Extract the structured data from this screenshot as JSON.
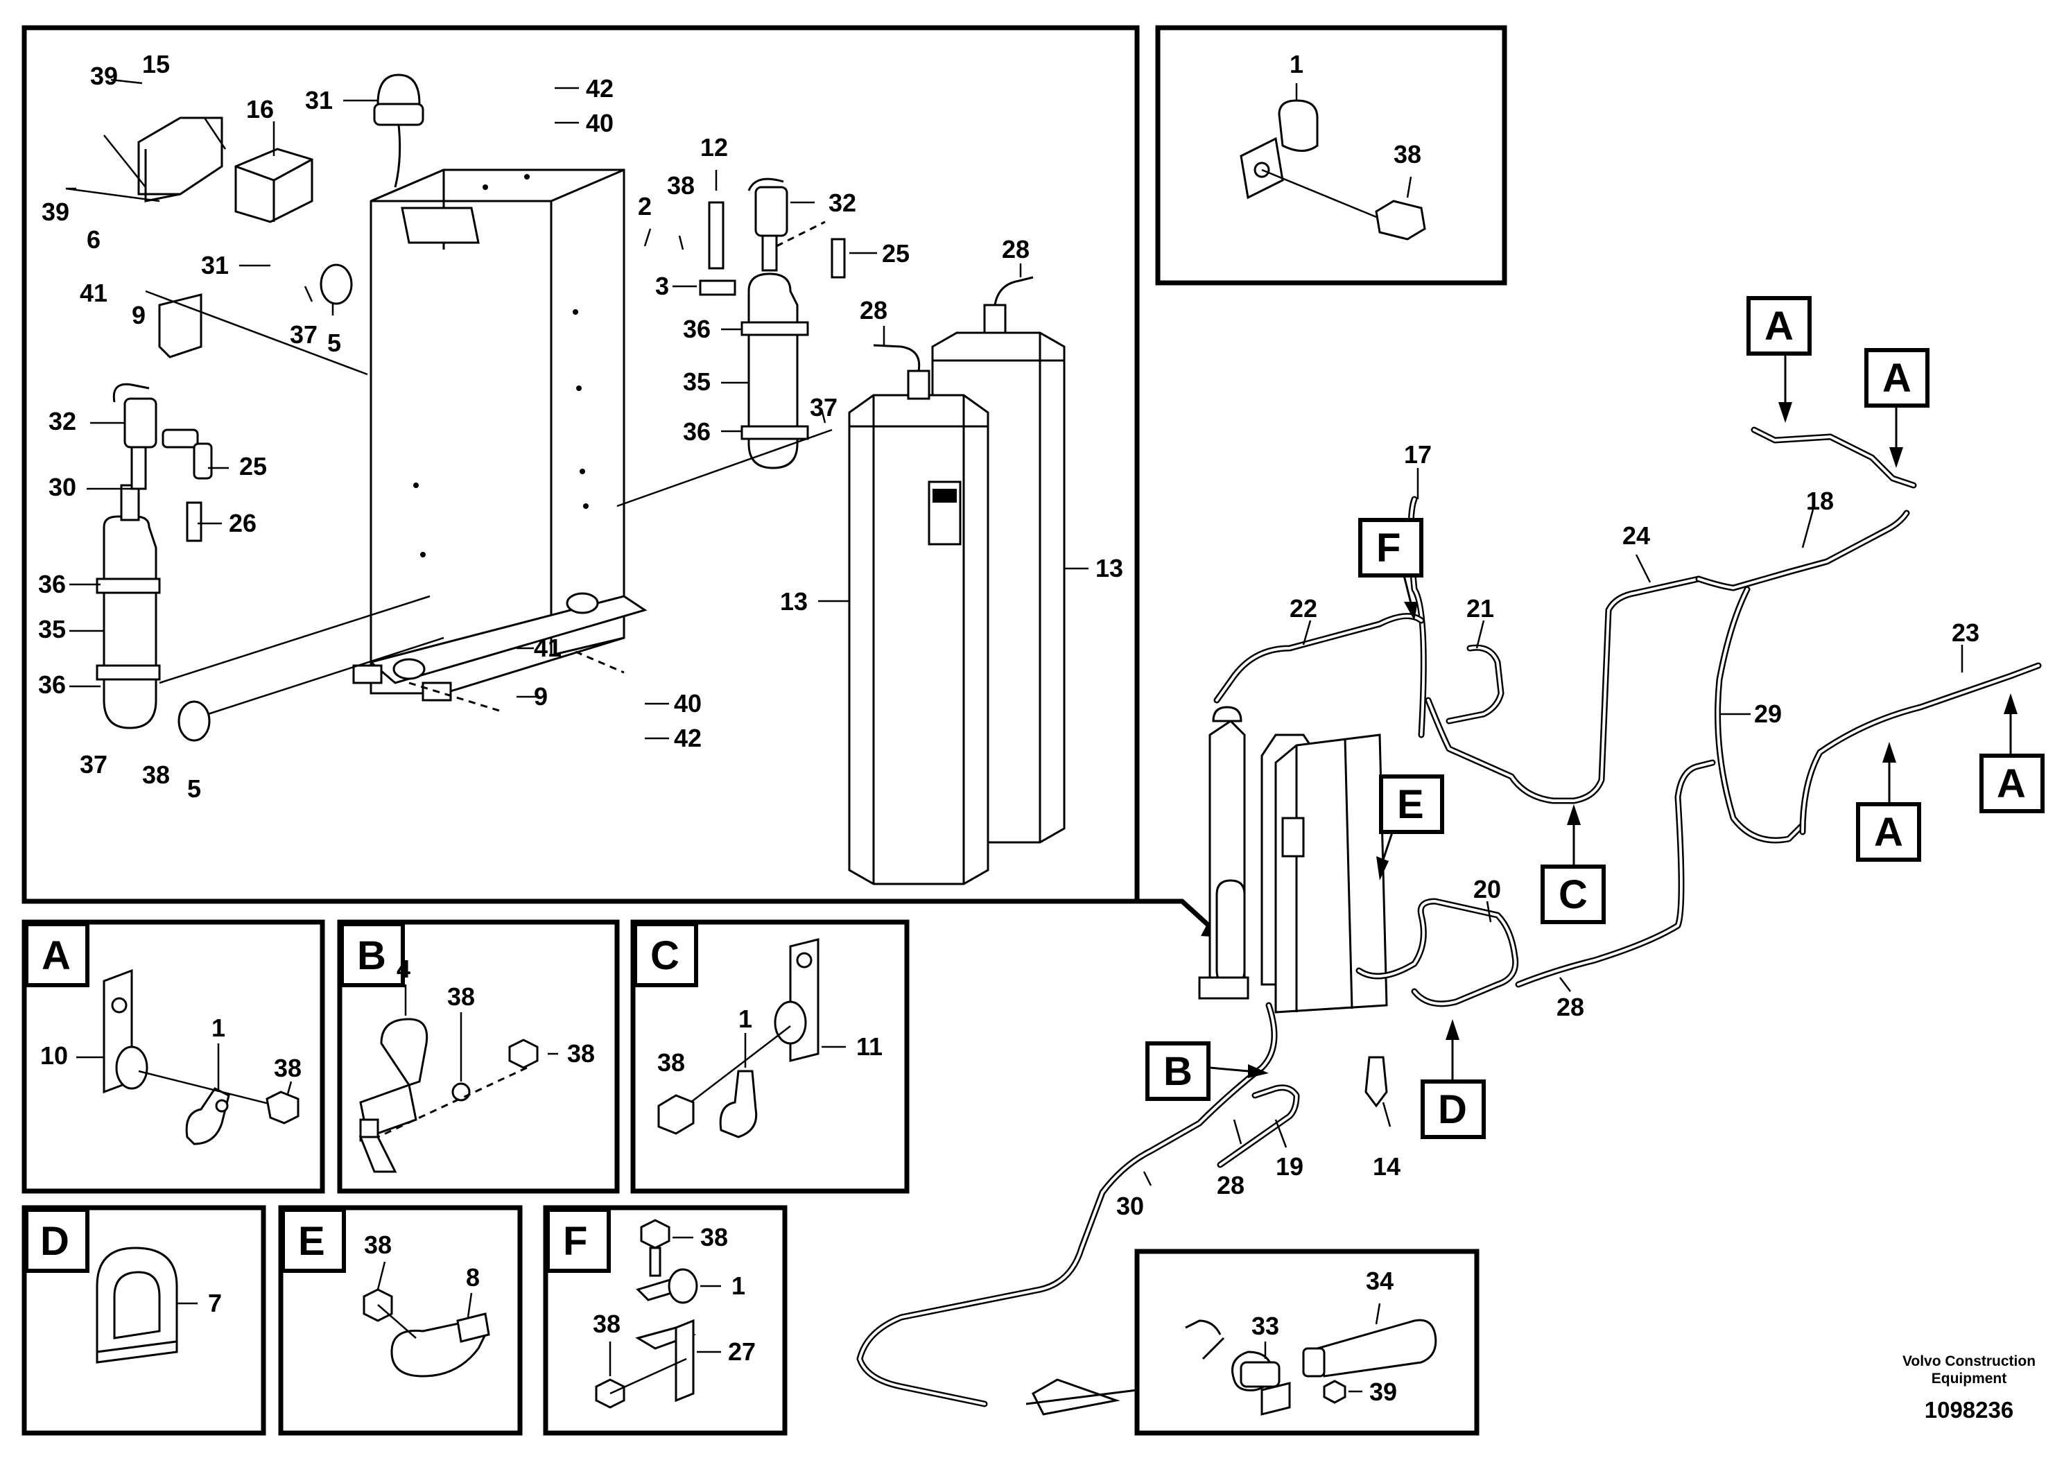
{
  "labels": {
    "n1": "1",
    "n2": "2",
    "n3": "3",
    "n4": "4",
    "n5": "5",
    "n6": "6",
    "n7": "7",
    "n8": "8",
    "n9": "9",
    "n10": "10",
    "n11": "11",
    "n12": "12",
    "n13": "13",
    "n14": "14",
    "n15": "15",
    "n16": "16",
    "n17": "17",
    "n18": "18",
    "n19": "19",
    "n20": "20",
    "n21": "21",
    "n22": "22",
    "n23": "23",
    "n24": "24",
    "n25": "25",
    "n26": "26",
    "n27": "27",
    "n28": "28",
    "n29": "29",
    "n30": "30",
    "n31": "31",
    "n32": "32",
    "n33": "33",
    "n34": "34",
    "n35": "35",
    "n36": "36",
    "n37": "37",
    "n38": "38",
    "n39": "39",
    "n40": "40",
    "n41": "41",
    "n42": "42"
  },
  "detail_letters": {
    "a": "A",
    "b": "B",
    "c": "C",
    "d": "D",
    "e": "E",
    "f": "F"
  },
  "footer": {
    "company_line1": "Volvo Construction",
    "company_line2": "Equipment",
    "drawing_number": "1098236"
  }
}
